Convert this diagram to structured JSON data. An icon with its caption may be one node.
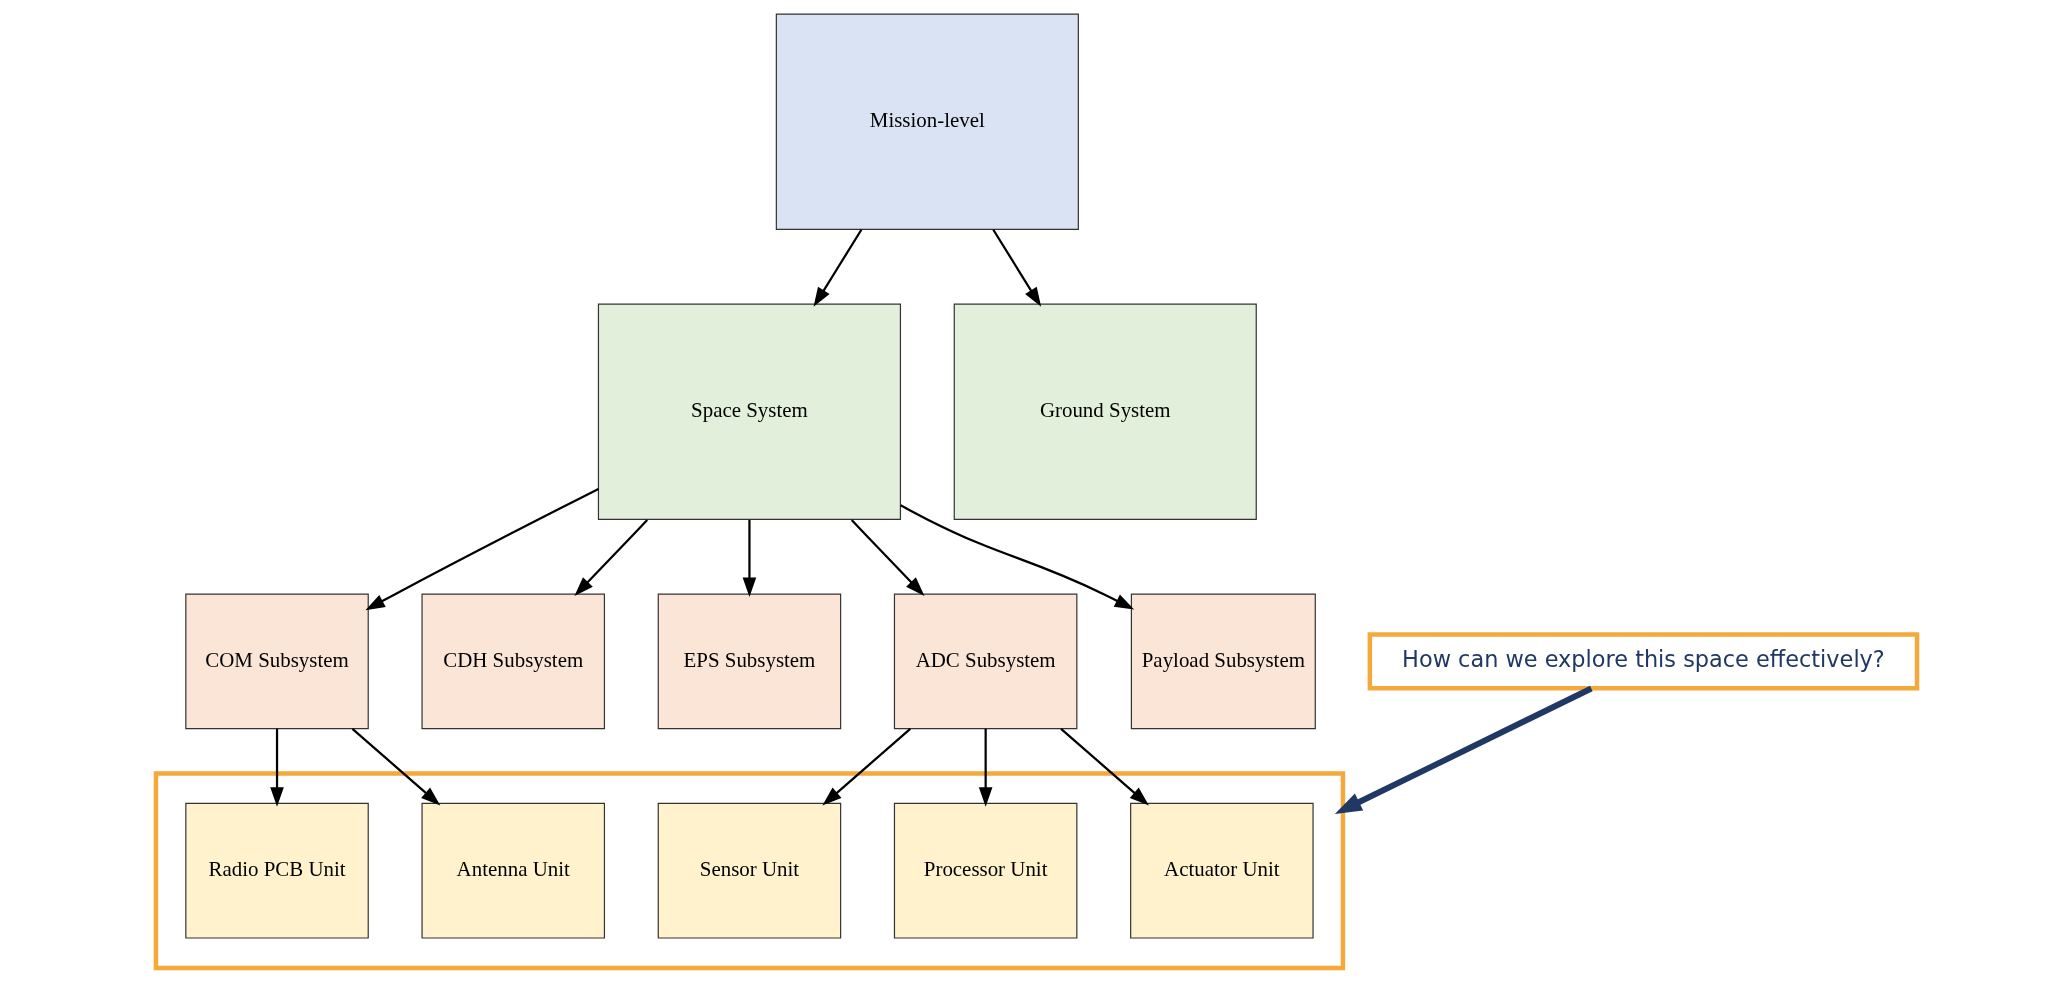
{
  "diagram": {
    "nodes": [
      {
        "text": [
          "Mission-level"
        ]
      },
      {
        "text": [
          "Space System"
        ]
      },
      {
        "text": [
          "Ground System"
        ]
      },
      {
        "text": [
          "COM Subsystem"
        ]
      },
      {
        "text": [
          "CDH Subsystem"
        ]
      },
      {
        "text": [
          "EPS Subsystem"
        ]
      },
      {
        "text": [
          "ADC Subsystem"
        ]
      },
      {
        "text": [
          "Payload Subsystem"
        ]
      },
      {
        "text": [
          "How can we explore this space effectively?"
        ]
      },
      {
        "text": [],
        "shape": "box"
      },
      {
        "text": [
          "Antenna Unit"
        ],
        "in": 9
      },
      {
        "text": [
          "Radio PCB Unit"
        ],
        "in": 9
      },
      {
        "text": [
          "Actuator Unit"
        ],
        "in": 9
      },
      {
        "text": [
          "Sensor Unit"
        ],
        "in": 9
      },
      {
        "text": [
          "Processor Unit"
        ],
        "in": 9
      }
    ],
    "edges": [
      {
        "from": 0,
        "to": 1,
        "arrow": "to"
      },
      {
        "from": 0,
        "to": 2,
        "arrow": "to"
      },
      {
        "from": 1,
        "to": 3,
        "arrow": "to"
      },
      {
        "from": 1,
        "to": 4,
        "arrow": "to"
      },
      {
        "from": 1,
        "to": 5,
        "arrow": "to"
      },
      {
        "from": 1,
        "to": 6,
        "arrow": "to"
      },
      {
        "from": 1,
        "to": 7,
        "arrow": "to"
      },
      {
        "from": 3,
        "to": 10,
        "arrow": "to"
      },
      {
        "from": 3,
        "to": 11,
        "arrow": "to"
      },
      {
        "from": 6,
        "to": 12,
        "arrow": "to"
      },
      {
        "from": 6,
        "to": 13,
        "arrow": "to"
      },
      {
        "from": 6,
        "to": 14,
        "arrow": "to"
      },
      {
        "from": 8,
        "to": 9,
        "arrow": "to",
        "style": "thick",
        "color": "#203864"
      }
    ]
  }
}
